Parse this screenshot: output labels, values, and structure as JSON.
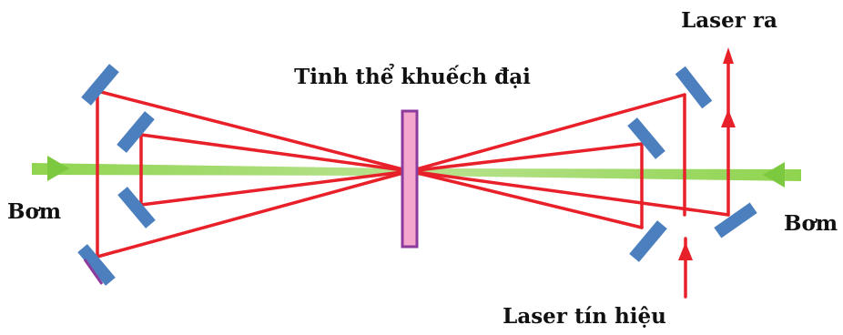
{
  "labels": {
    "crystal": "Tinh thể khuếch đại",
    "pump_left": "Bơm",
    "pump_right": "Bơm",
    "laser_out": "Laser ra",
    "laser_signal": "Laser tín hiệu"
  },
  "colors": {
    "laser": "#e8202a",
    "pump": "#86d04a",
    "mirror": "#4b7fbe",
    "crystal_fill": "#f4a6cc",
    "crystal_border": "#8c3a9c",
    "text": "#111111"
  }
}
